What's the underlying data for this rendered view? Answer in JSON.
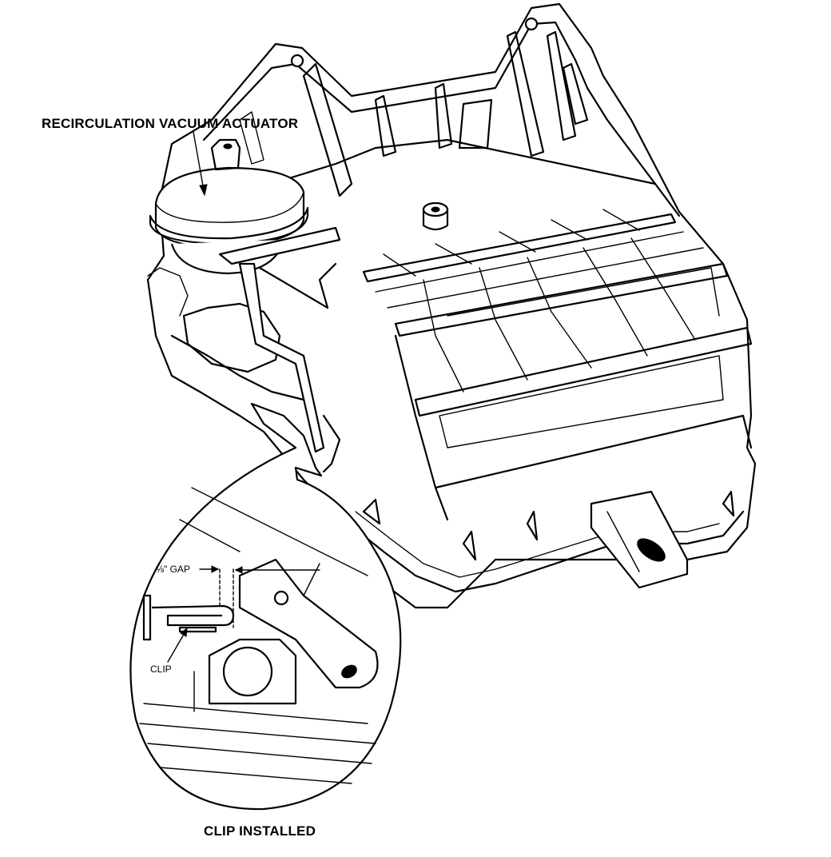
{
  "figure": {
    "background": "#ffffff",
    "line_color": "#000000"
  },
  "callouts": {
    "actuator_label": "RECIRCULATION VACUUM ACTUATOR",
    "gap_label": "⅛\" GAP",
    "clip_label": "CLIP",
    "caption": "CLIP INSTALLED"
  }
}
